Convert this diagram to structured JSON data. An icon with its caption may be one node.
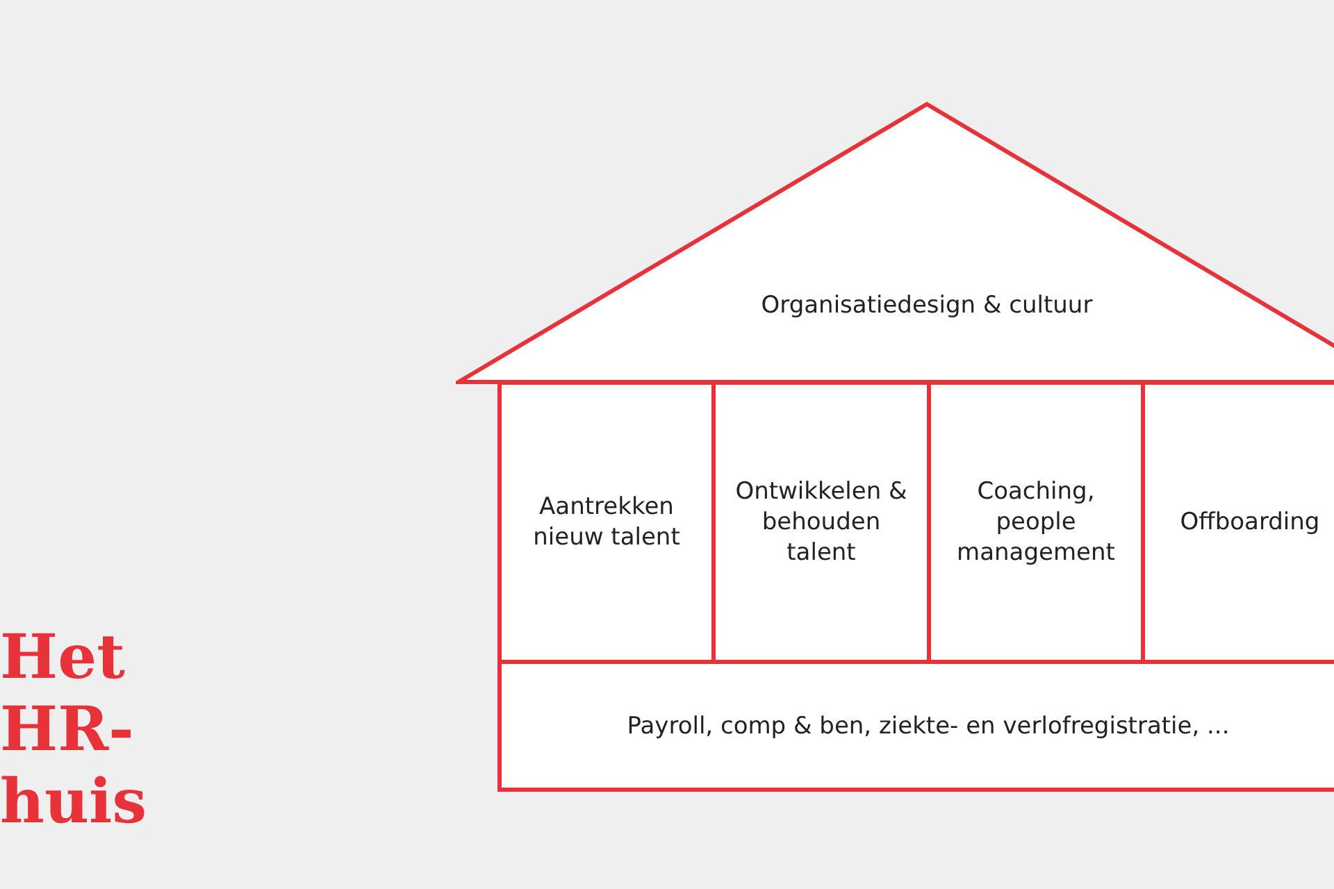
{
  "diagram": {
    "title": "Het HR-huis",
    "nodes": [
      {
        "text": [
          "Organisatiedesign & cultuur"
        ]
      },
      {
        "text": [
          "Aantrekken nieuw talent"
        ]
      },
      {
        "text": [
          "Ontwikkelen & behouden talent"
        ]
      },
      {
        "text": [
          "Coaching, people management"
        ]
      },
      {
        "text": [
          "Offboarding"
        ]
      },
      {
        "text": [
          "Payroll, comp & ben, ziekte- en verlofregistratie, ..."
        ]
      }
    ],
    "edges": []
  }
}
